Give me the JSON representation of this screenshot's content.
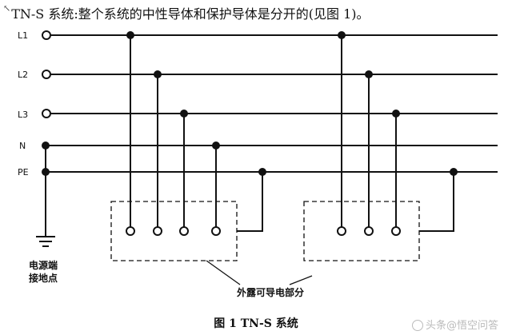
{
  "heading": "TN-S 系统:整个系统的中性导体和保护导体是分开的(见图 1)。",
  "lines": [
    "L1",
    "L2",
    "L3",
    "N",
    "PE"
  ],
  "earth_label": [
    "电源端",
    "接地点"
  ],
  "parts_label": "外露可导电部分",
  "caption": "图 1   TN-S 系统",
  "watermark": "头条@悟空问答"
}
